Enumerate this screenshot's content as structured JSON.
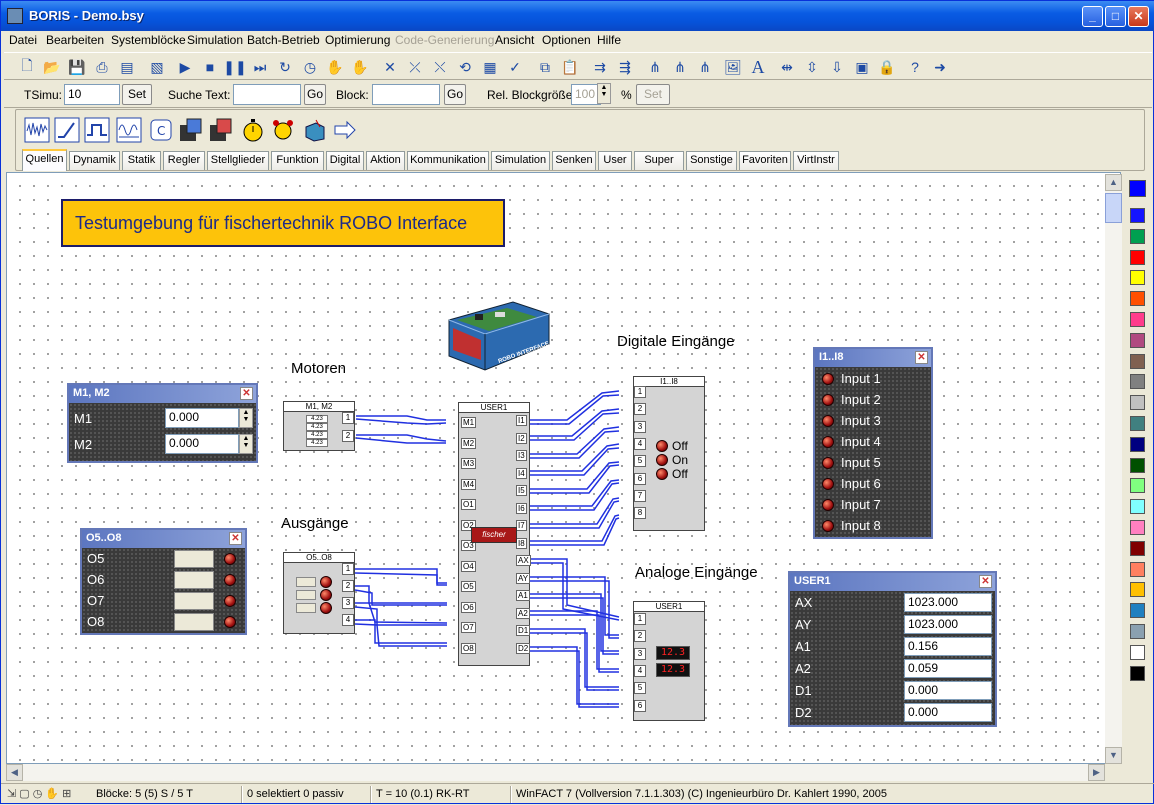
{
  "window": {
    "title": "BORIS - Demo.bsy"
  },
  "menu": [
    {
      "label": "Datei",
      "enabled": true
    },
    {
      "label": "Bearbeiten",
      "enabled": true
    },
    {
      "label": "Systemblöcke",
      "enabled": true
    },
    {
      "label": "Simulation",
      "enabled": true
    },
    {
      "label": "Batch-Betrieb",
      "enabled": true
    },
    {
      "label": "Optimierung",
      "enabled": true
    },
    {
      "label": "Code-Generierung",
      "enabled": false
    },
    {
      "label": "Ansicht",
      "enabled": true
    },
    {
      "label": "Optionen",
      "enabled": true
    },
    {
      "label": "Hilfe",
      "enabled": true
    }
  ],
  "toolbar2": {
    "tsimu_label": "TSimu:",
    "tsimu_value": "10",
    "set_label": "Set",
    "search_label": "Suche Text:",
    "search_value": "",
    "go_label": "Go",
    "block_label": "Block:",
    "block_value": "",
    "go2_label": "Go",
    "relsize_label": "Rel. Blockgröße:",
    "relsize_value": "100",
    "percent": "%",
    "set2_label": "Set"
  },
  "tabs": [
    "Quellen",
    "Dynamik",
    "Statik",
    "Regler",
    "Stellglieder",
    "Funktion",
    "Digital",
    "Aktion",
    "Kommunikation",
    "Simulation",
    "Senken",
    "User",
    "Super",
    "Sonstige",
    "Favoriten",
    "VirtInstr"
  ],
  "active_tab": "Quellen",
  "canvas": {
    "banner": "Testumgebung für fischertechnik ROBO Interface",
    "labels": {
      "motoren": "Motoren",
      "ausgaenge": "Ausgänge",
      "digitale": "Digitale Eingänge",
      "analoge": "Analoge Eingänge"
    },
    "motor_panel": {
      "title": "M1, M2",
      "rows": [
        {
          "name": "M1",
          "value": "0.000"
        },
        {
          "name": "M2",
          "value": "0.000"
        }
      ]
    },
    "output_panel": {
      "title": "O5..O8",
      "rows": [
        "O5",
        "O6",
        "O7",
        "O8"
      ]
    },
    "input_panel": {
      "title": "I1..I8",
      "rows": [
        "Input 1",
        "Input 2",
        "Input 3",
        "Input 4",
        "Input 5",
        "Input 6",
        "Input 7",
        "Input 8"
      ]
    },
    "user_panel": {
      "title": "USER1",
      "rows": [
        {
          "name": "AX",
          "value": "1023.000"
        },
        {
          "name": "AY",
          "value": "1023.000"
        },
        {
          "name": "A1",
          "value": "0.156"
        },
        {
          "name": "A2",
          "value": "0.059"
        },
        {
          "name": "D1",
          "value": "0.000"
        },
        {
          "name": "D2",
          "value": "0.000"
        }
      ]
    },
    "block_motors": {
      "title": "M1, M2",
      "values": [
        "4.23",
        "4.23",
        "4.23",
        "4.23"
      ],
      "ports": [
        "1",
        "2"
      ]
    },
    "block_outputs": {
      "title": "O5..O8",
      "ports": [
        "1",
        "2",
        "3",
        "4"
      ]
    },
    "block_user": {
      "title": "USER1",
      "inputs": [
        "M1",
        "M2",
        "M3",
        "M4",
        "O1",
        "O2",
        "O3",
        "O4",
        "O5",
        "O6",
        "O7",
        "O8"
      ],
      "outputs": [
        "I1",
        "I2",
        "I3",
        "I4",
        "I5",
        "I6",
        "I7",
        "I8",
        "AX",
        "AY",
        "A1",
        "A2",
        "D1",
        "D2"
      ],
      "logo": "fischer"
    },
    "block_digital": {
      "title": "I1..I8",
      "ports": [
        "1",
        "2",
        "3",
        "4",
        "5",
        "6",
        "7",
        "8"
      ],
      "states": [
        "Off",
        "On",
        "Off"
      ]
    },
    "block_analog": {
      "title": "USER1",
      "ports": [
        "1",
        "2",
        "3",
        "4",
        "5",
        "6"
      ],
      "displays": [
        "12.3",
        "12.3"
      ]
    },
    "box_image_text": "ROBO INTERFACE"
  },
  "colors": [
    "#0000ff",
    "#1414ff",
    "#00a050",
    "#ff0000",
    "#ffff00",
    "#ff5000",
    "#ff3c8c",
    "#b04a80",
    "#806050",
    "#808080",
    "#c0c0c0",
    "#408080",
    "#000080",
    "#005000",
    "#80ff80",
    "#80ffff",
    "#ff80c0",
    "#800000",
    "#ff8060",
    "#ffc000",
    "#2080c0",
    "#8aa0b0",
    "#ffffff",
    "#000000"
  ],
  "status": {
    "blocks": "Blöcke: 5 (5) S / 5 T",
    "selected": "0 selektiert  0 passiv",
    "time": "T = 10  (0.1)  RK-RT",
    "version": "WinFACT 7 (Vollversion 7.1.1.303)  (C) Ingenieurbüro Dr. Kahlert 1990, 2005"
  }
}
